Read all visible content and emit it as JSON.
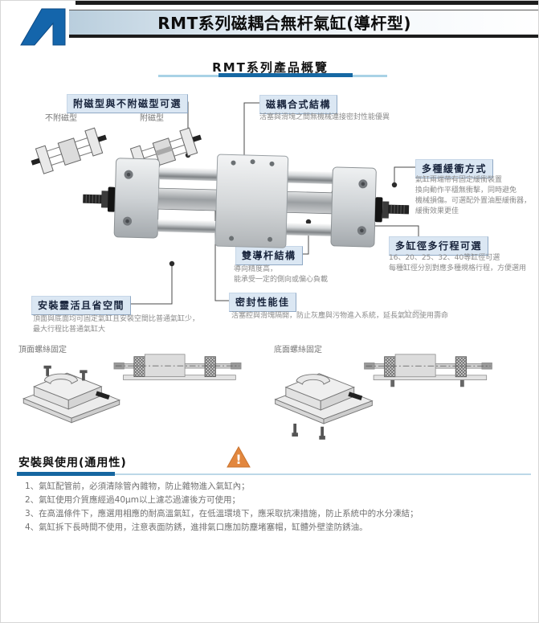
{
  "header": {
    "title": "RMT系列磁耦合無杆氣缸(導杆型)"
  },
  "overview": {
    "heading": "RMT系列產品概覽",
    "callout_magnet": "附磁型與不附磁型可選",
    "label_without_magnet": "不附磁型",
    "label_with_magnet": "附磁型",
    "callout_coupling": "磁耦合式結構",
    "desc_coupling": "活塞與滑塊之間無機械連接密封性能優異",
    "callout_buffer": "多種緩衝方式",
    "desc_buffer_1": "氣缸兩端帶有固定緩衝裝置",
    "desc_buffer_2": "換向動作平穩無衝擊，同時避免",
    "desc_buffer_3": "機械損傷。可選配外置油壓緩衝器，",
    "desc_buffer_4": "緩衝效果更佳",
    "callout_bore": "多缸徑多行程可選",
    "desc_bore_1": "16、20、25、32、40等缸徑可選",
    "desc_bore_2": "每種缸徑分別對應多種規格行程，方便選用",
    "callout_guide": "雙導杆結構",
    "desc_guide_1": "導向精度高，",
    "desc_guide_2": "能承受一定的側向或偏心負載",
    "callout_seal": "密封性能佳",
    "desc_seal": "活塞腔與滑塊隔開，防止灰塵與污物進入系統，延長氣缸的使用壽命",
    "callout_mount": "安裝靈活且省空間",
    "desc_mount_1": "頂面與底面均可固定氣缸且安裝空間比普通氣缸少，",
    "desc_mount_2": "最大行程比普通氣缸大",
    "mount_top_label": "頂面螺絲固定",
    "mount_bottom_label": "底面螺絲固定",
    "watermark": "公司"
  },
  "install": {
    "heading": "安裝與使用(通用性)",
    "items": [
      "1、氣缸配管前，必須清除管內雜物，防止雜物進入氣缸內；",
      "2、氣缸使用介質應經過40μm以上濾芯過濾後方可使用；",
      "3、在高溫條件下，應選用相應的耐高溫氣缸，在低溫環境下，應采取抗凍措施，防止系統中的水分凍結；",
      "4、氣缸拆下長時間不使用，注意表面防銹，進排氣口應加防塵堵塞帽，缸體外壁塗防銹油。"
    ]
  }
}
